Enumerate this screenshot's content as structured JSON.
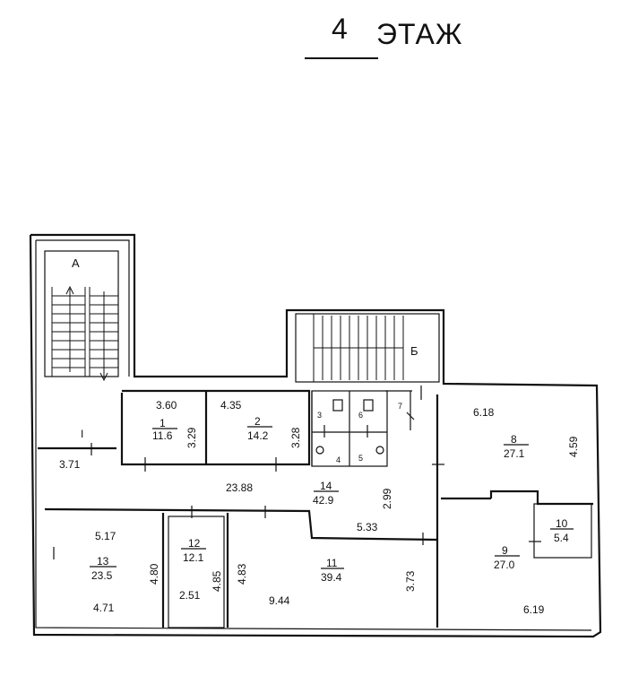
{
  "title": {
    "floor_number": "4",
    "floor_word": "ЭТАЖ"
  },
  "stairs": {
    "a": "А",
    "b": "Б"
  },
  "corridor_label": "I",
  "rooms": [
    {
      "id": "1",
      "area": "11.6"
    },
    {
      "id": "2",
      "area": "14.2"
    },
    {
      "id": "3"
    },
    {
      "id": "4"
    },
    {
      "id": "5"
    },
    {
      "id": "6"
    },
    {
      "id": "7"
    },
    {
      "id": "8",
      "area": "27.1"
    },
    {
      "id": "9",
      "area": "27.0"
    },
    {
      "id": "10",
      "area": "5.4"
    },
    {
      "id": "11",
      "area": "39.4"
    },
    {
      "id": "12",
      "area": "12.1"
    },
    {
      "id": "13",
      "area": "23.5"
    },
    {
      "id": "14",
      "area": "42.9"
    }
  ],
  "dimensions": [
    "3.60",
    "3.29",
    "4.35",
    "3.28",
    "6.18",
    "4.59",
    "3.71",
    "23.88",
    "2.99",
    "5.33",
    "5.17",
    "4.80",
    "4.71",
    "2.51",
    "4.85",
    "4.83",
    "9.44",
    "3.73",
    "6.19"
  ]
}
